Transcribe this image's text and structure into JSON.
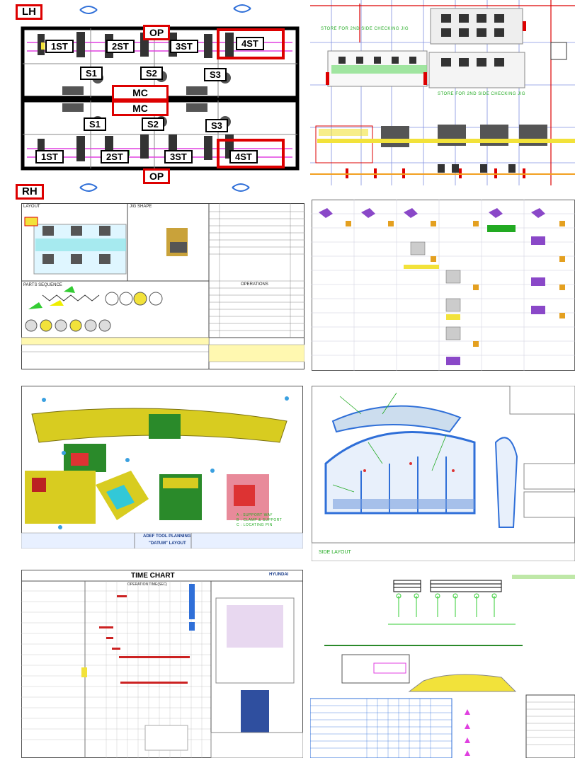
{
  "panels": {
    "p1": {
      "labels": {
        "lh": "LH",
        "rh": "RH",
        "op_top": "OP",
        "op_bottom": "OP",
        "mc_top": "MC",
        "mc_bottom": "MC",
        "st1_top": "1ST",
        "st2_top": "2ST",
        "st3_top": "3ST",
        "st4_top": "4ST",
        "st1_bot": "1ST",
        "st2_bot": "2ST",
        "st3_bot": "3ST",
        "st4_bot": "4ST",
        "s1_top": "S1",
        "s2_top": "S2",
        "s3_top": "S3",
        "s1_bot": "S1",
        "s2_bot": "S2",
        "s3_bot": "S3"
      }
    },
    "p2": {
      "zone_top": "STORE FOR 2ND SIDE CHECKING JIG",
      "zone_mid": "STORE FOR 2ND SIDE CHECKING JIG"
    },
    "p3": {
      "sec_layout": "LAYOUT",
      "sec_jig": "JIG SHAPE",
      "sec_parts": "PARTS SEQUENCE",
      "sec_list": "OPERATIONS"
    },
    "p4": {},
    "p5": {
      "planning": "ADEF TOOL PLANNING",
      "datum": "\"DATUM\" LAYOUT",
      "legend1": "A : SUPPORT WAY",
      "legend2": "B : CLAMP & SUPPORT",
      "legend3": "C : LOCATING PIN"
    },
    "p6": {
      "view": "SIDE LAYOUT"
    },
    "p7": {
      "title": "TIME CHART",
      "sub": "OPERATION TIME(SEC)",
      "brand": "HYUNDAI"
    },
    "p8": {}
  },
  "colors": {
    "red": "#dd0000",
    "green": "#22aa22",
    "blue": "#2f6fd8",
    "magenta": "#e040e0",
    "yellow": "#f2e23a",
    "cyan": "#32c8d8"
  }
}
